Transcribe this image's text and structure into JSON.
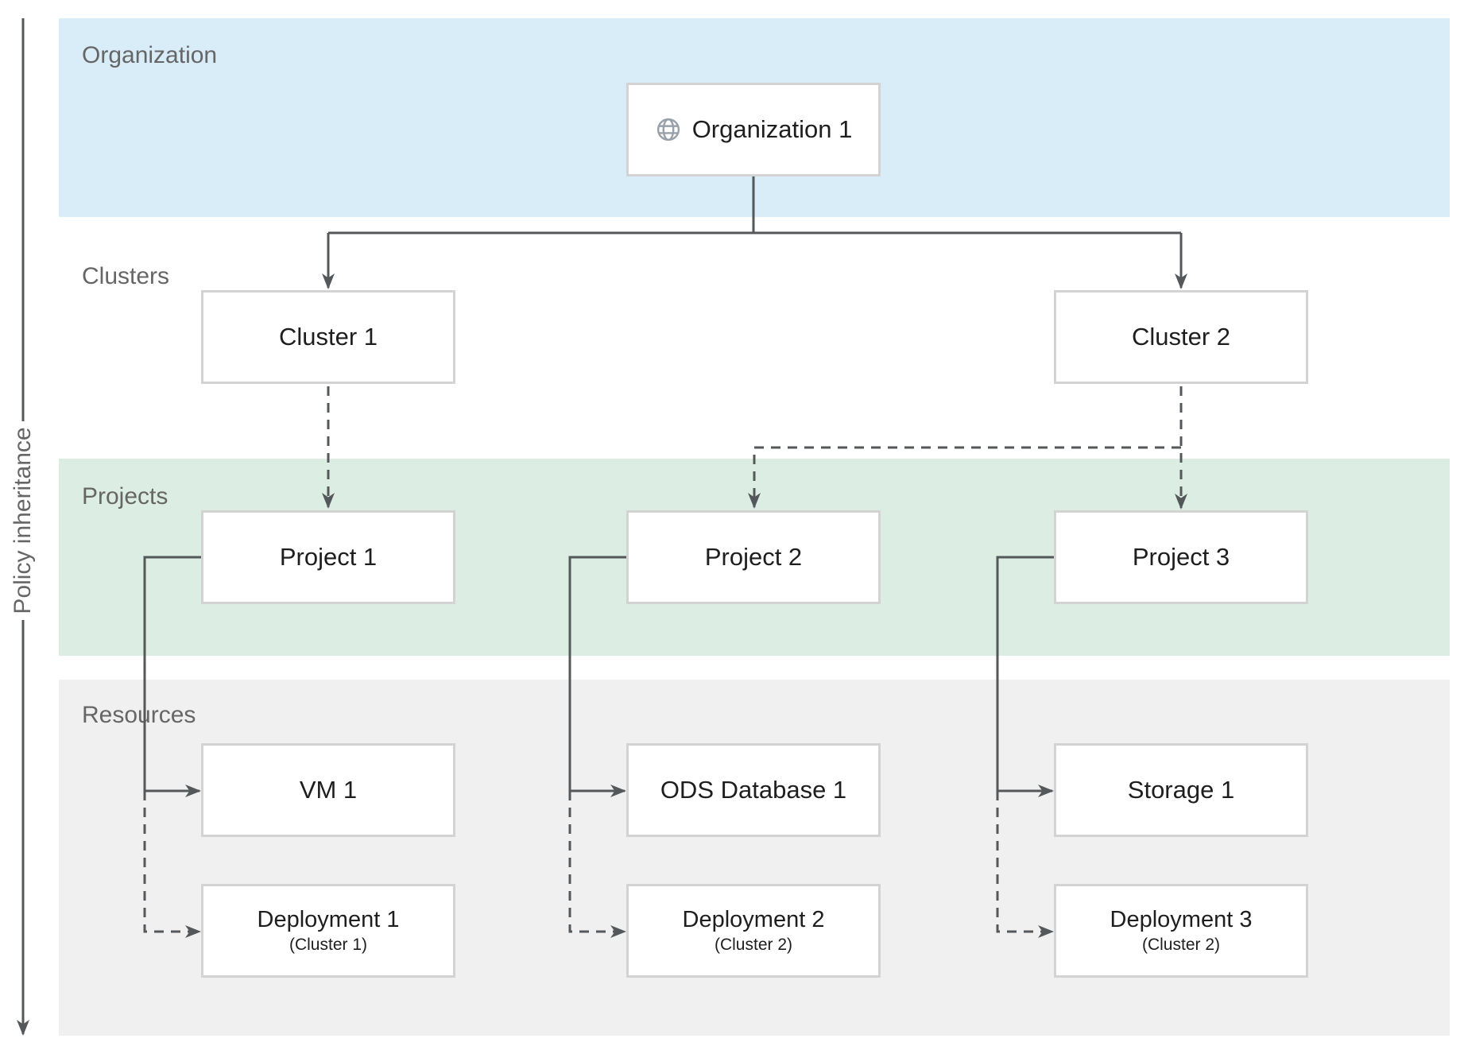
{
  "figure": {
    "type": "hierarchy-diagram",
    "title": "Organization / cluster / project / resource hierarchy with policy inheritance"
  },
  "bands": {
    "organization": {
      "label": "Organization",
      "color": "#d9edf8"
    },
    "clusters": {
      "label": "Clusters",
      "color": "#ffffff"
    },
    "projects": {
      "label": "Projects",
      "color": "#dceee3"
    },
    "resources": {
      "label": "Resources",
      "color": "#f0f0f0"
    }
  },
  "policy_axis": {
    "label": "Policy inheritance"
  },
  "nodes": {
    "organization1": {
      "label": "Organization 1",
      "icon": "globe-icon"
    },
    "cluster1": {
      "label": "Cluster 1"
    },
    "cluster2": {
      "label": "Cluster 2"
    },
    "project1": {
      "label": "Project 1"
    },
    "project2": {
      "label": "Project 2"
    },
    "project3": {
      "label": "Project 3"
    },
    "vm1": {
      "label": "VM 1"
    },
    "ods_database1": {
      "label": "ODS Database 1"
    },
    "storage1": {
      "label": "Storage 1"
    },
    "deployment1": {
      "label": "Deployment 1",
      "sublabel": "(Cluster 1)"
    },
    "deployment2": {
      "label": "Deployment 2",
      "sublabel": "(Cluster 2)"
    },
    "deployment3": {
      "label": "Deployment 3",
      "sublabel": "(Cluster 2)"
    }
  },
  "edges": [
    {
      "from": "Organization 1",
      "to": "Cluster 1",
      "style": "solid-arrow"
    },
    {
      "from": "Organization 1",
      "to": "Cluster 2",
      "style": "solid-arrow"
    },
    {
      "from": "Cluster 1",
      "to": "Project 1",
      "style": "dashed-arrow"
    },
    {
      "from": "Cluster 2",
      "to": "Project 2",
      "style": "dashed-arrow"
    },
    {
      "from": "Cluster 2",
      "to": "Project 3",
      "style": "dashed-arrow"
    },
    {
      "from": "Project 1",
      "to": "VM 1",
      "style": "solid-arrow"
    },
    {
      "from": "Project 1",
      "to": "Deployment 1",
      "style": "dashed-arrow"
    },
    {
      "from": "Project 2",
      "to": "ODS Database 1",
      "style": "solid-arrow"
    },
    {
      "from": "Project 2",
      "to": "Deployment 2",
      "style": "dashed-arrow"
    },
    {
      "from": "Project 3",
      "to": "Storage 1",
      "style": "solid-arrow"
    },
    {
      "from": "Project 3",
      "to": "Deployment 3",
      "style": "dashed-arrow"
    }
  ],
  "colors": {
    "line": "#54585a",
    "box_border": "#d3d3d3",
    "box_text": "#1e1e1e",
    "band_label": "#666666",
    "globe_icon": "#98a1a9"
  }
}
